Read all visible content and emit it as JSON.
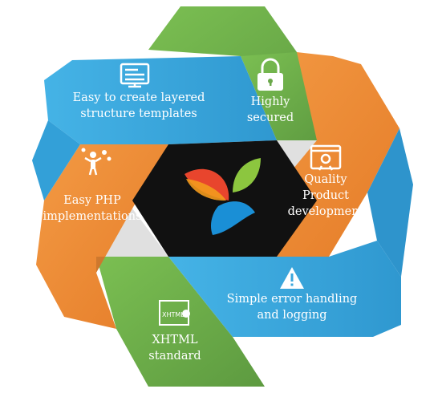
{
  "features": [
    {
      "id": "templates",
      "lines": [
        "Easy to create layered",
        "structure templates"
      ],
      "icon": "monitor-layers-icon"
    },
    {
      "id": "secured",
      "lines": [
        "Highly",
        "secured"
      ],
      "icon": "padlock-icon"
    },
    {
      "id": "quality",
      "lines": [
        "Quality",
        "Product",
        "development"
      ],
      "icon": "browser-award-icon"
    },
    {
      "id": "errors",
      "lines": [
        "Simple error handling",
        "and logging"
      ],
      "icon": "warning-triangle-icon"
    },
    {
      "id": "xhtml",
      "lines": [
        "XHTML",
        "standard"
      ],
      "icon": "xhtml-document-icon"
    },
    {
      "id": "php",
      "lines": [
        "Easy PHP",
        "implementations"
      ],
      "icon": "person-gears-icon"
    }
  ],
  "icon_text": {
    "xhtml_badge": "XHTML"
  },
  "colors": {
    "green": "#6aa84a",
    "orange": "#ec8a35",
    "blue": "#3aa6dc",
    "center": "#111111"
  }
}
